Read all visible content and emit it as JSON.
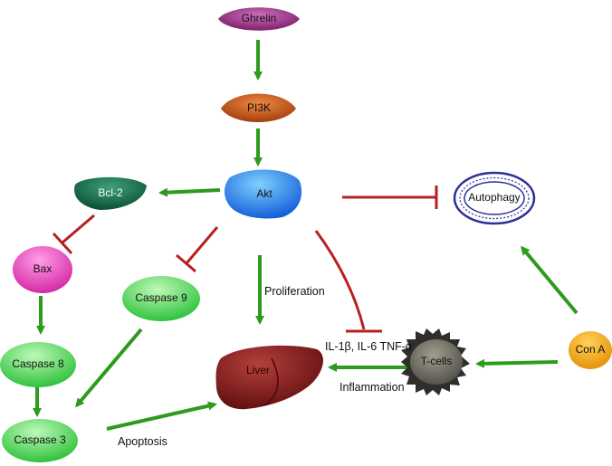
{
  "nodes": {
    "ghrelin": "Ghrelin",
    "pi3k": "PI3K",
    "akt": "Akt",
    "bcl2": "Bcl-2",
    "bax": "Bax",
    "caspase9": "Caspase 9",
    "caspase8": "Caspase 8",
    "caspase3": "Caspase 3",
    "liver": "Liver",
    "tcells": "T-cells",
    "cona": "Con A",
    "autophagy": "Autophagy"
  },
  "labels": {
    "proliferation": "Proliferation",
    "cytokines": "IL-1β, IL-6 TNF-α",
    "inflammation": "Inflammation",
    "apoptosis": "Apoptosis"
  },
  "colors": {
    "activation_arrow": "#2e9a1e",
    "inhibition_line": "#b82020",
    "ghrelin": "#8f2a7c",
    "pi3k": "#c0501c",
    "akt": "#1d7fe0",
    "bcl2": "#0e6b47",
    "bax": "#e83fb5",
    "caspase": "#3ed24a",
    "liver": "#7d1416",
    "tcells": "#6e6e66",
    "cona": "#f0a010",
    "autophagy_ring": "#2a2f9a"
  }
}
